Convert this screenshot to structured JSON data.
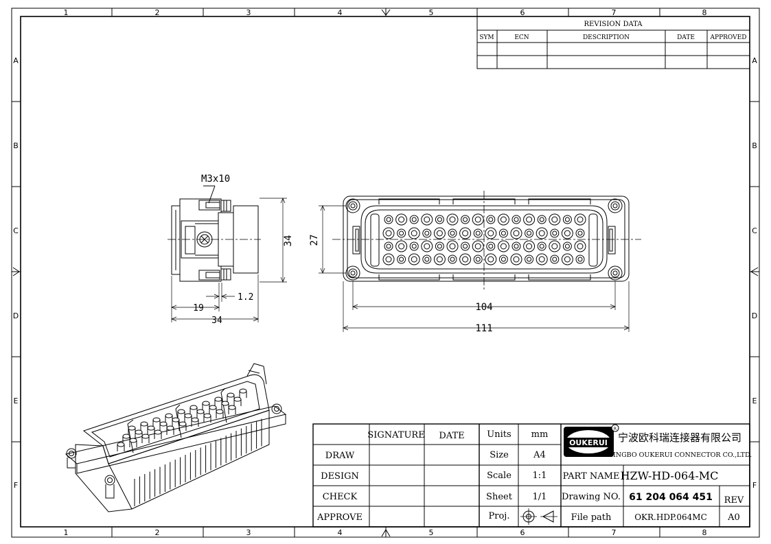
{
  "frame": {
    "columns": [
      "1",
      "2",
      "3",
      "4",
      "5",
      "6",
      "7",
      "8"
    ],
    "rows": [
      "A",
      "B",
      "C",
      "D",
      "E",
      "F"
    ]
  },
  "revision": {
    "title": "REVISION DATA",
    "headers": [
      "SYM",
      "ECN",
      "DESCRIPTION",
      "DATE",
      "APPROVED"
    ]
  },
  "dimensions": {
    "screw": "M3x10",
    "side_height": "34",
    "side_step": "1.2",
    "side_inner_width": "19",
    "side_total_width": "34",
    "front_height": "27",
    "front_hole_span": "104",
    "front_total_width": "111"
  },
  "title_block": {
    "col_signature": "SIGNATURE",
    "col_date": "DATE",
    "rows": [
      "DRAW",
      "DESIGN",
      "CHECK",
      "APPROVE"
    ],
    "units_label": "Units",
    "units_value": "mm",
    "size_label": "Size",
    "size_value": "A4",
    "scale_label": "Scale",
    "scale_value": "1:1",
    "sheet_label": "Sheet",
    "sheet_value": "1/1",
    "proj_label": "Proj.",
    "logo_text": "OUKERUI",
    "company_cn": "宁波欧科瑞连接器有限公司",
    "company_en": "NINGBO OUKERUI CONNECTOR CO.,LTD.",
    "part_name_label": "PART NAME",
    "part_name": "HZW-HD-064-MC",
    "drawing_no_label": "Drawing NO.",
    "drawing_no": "61 204 064 451",
    "rev_label": "REV",
    "file_path_label": "File path",
    "file_path": "OKR.HDP.064MC",
    "rev_value": "A0"
  }
}
